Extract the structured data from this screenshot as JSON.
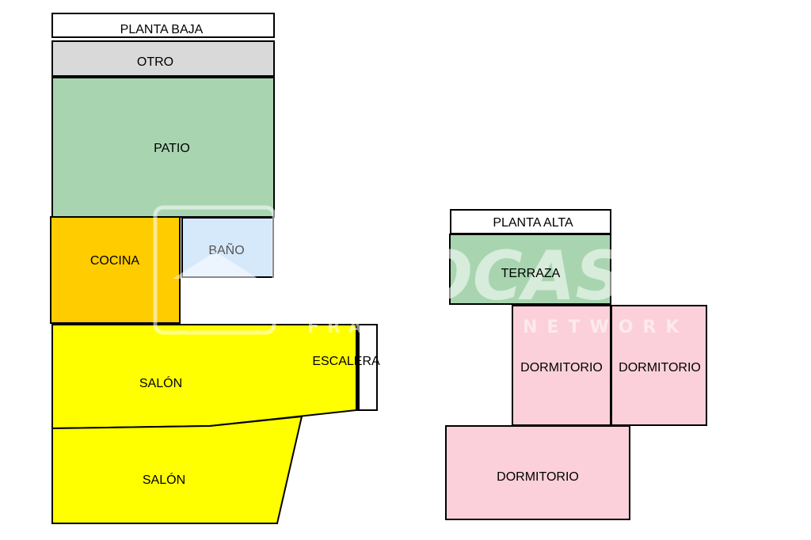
{
  "ground_floor": {
    "title": "PLANTA BAJA",
    "rooms": {
      "otro": "OTRO",
      "patio": "PATIO",
      "cocina": "COCINA",
      "bano": "BAÑO",
      "escalera": "ESCALERA",
      "salon_upper": "SALÓN",
      "salon_lower": "SALÓN"
    }
  },
  "upper_floor": {
    "title": "PLANTA ALTA",
    "rooms": {
      "terraza": "TERRAZA",
      "dormitorio_left": "DORMITORIO",
      "dormitorio_right": "DORMITORIO",
      "dormitorio_bottom": "DORMITORIO"
    }
  },
  "watermark": {
    "logo_text": "OCASI",
    "sub_text": "NETWORK",
    "prefix_text": "FRA"
  },
  "colors": {
    "otro": "#d9d9d9",
    "patio": "#a8d5b0",
    "cocina": "#ffcc00",
    "bano": "#d6e9fb",
    "salon": "#ffff00",
    "terraza": "#a8d5b0",
    "dormitorio": "#fbd0da"
  }
}
